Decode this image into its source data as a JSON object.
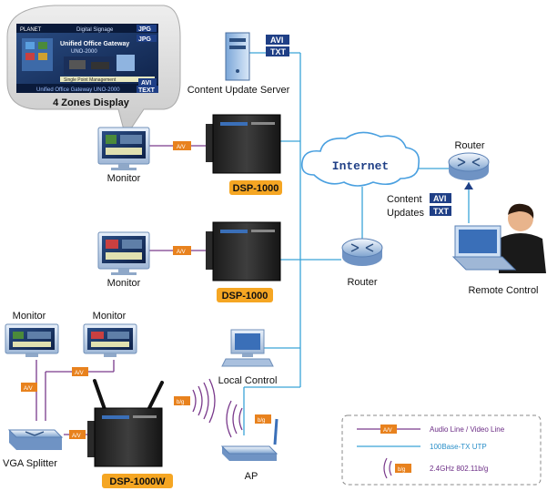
{
  "bubble": {
    "title": "4 Zones Display",
    "screen_tag_top": "JPG",
    "screen_tag_mid": "JPG",
    "screen_tag_avi": "AVI",
    "screen_tag_text": "TEXT",
    "screen_heading": "Unified Office Gateway",
    "screen_model": "UNO-2000",
    "screen_footer": "Single Point Management",
    "screen_bottom": "Unified Office Gateway UNO-2000",
    "screen_brand": "PLANET",
    "screen_top_title": "Digital Signage"
  },
  "server": {
    "label": "Content Update Server",
    "tag_avi": "AVI",
    "tag_txt": "TXT"
  },
  "monitors": [
    {
      "label": "Monitor"
    },
    {
      "label": "Monitor"
    },
    {
      "label": "Monitor"
    },
    {
      "label": "Monitor"
    }
  ],
  "devices": {
    "dsp1": "DSP-1000",
    "dsp2": "DSP-1000",
    "dsp3": "DSP-1000W",
    "av": "A/V",
    "bg": "b/g"
  },
  "internet": {
    "label": "Internet"
  },
  "router_center": {
    "label": "Router"
  },
  "router_right": {
    "label": "Router"
  },
  "content_updates": {
    "line1": "Content",
    "line2": "Updates",
    "tag_avi": "AVI",
    "tag_txt": "TXT"
  },
  "remote_control": {
    "label": "Remote Control"
  },
  "local_control": {
    "label": "Local Control"
  },
  "vga_splitter": {
    "label": "VGA Splitter"
  },
  "ap": {
    "label": "AP"
  },
  "legend": {
    "items": [
      {
        "tag": "A/V",
        "text": "Audio Line / Video Line"
      },
      {
        "text": "100Base-TX UTP"
      },
      {
        "tag": "b/g",
        "text": "2.4GHz 802.11b/g"
      }
    ]
  },
  "colors": {
    "av_line": "#7a3a8c",
    "utp_line": "#3aa3d8",
    "orange_tag": "#e8821e",
    "navy_tag": "#1f3f86",
    "dsp_label_bg": "#f5a623",
    "legend_text_purple": "#6b2c85",
    "legend_text_blue": "#2a8fc9"
  }
}
